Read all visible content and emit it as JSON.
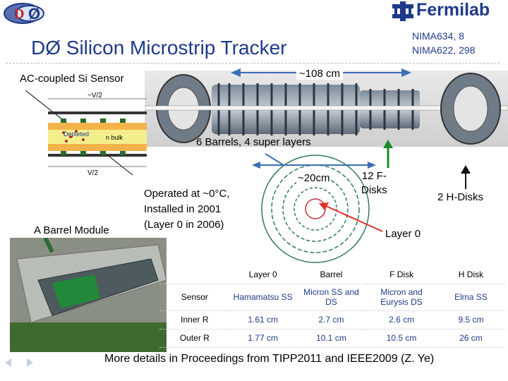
{
  "header": {
    "title": "DØ Silicon Microstrip Tracker",
    "ref_line1": "NIMA634, 8",
    "ref_line2": "NIMA622, 298",
    "lab_logo_text": "Fermilab"
  },
  "labels": {
    "sensor": "AC-coupled Si Sensor",
    "length": "~108 cm",
    "barrels": "6 Barrels, 4 super layers",
    "diameter": "~20cm",
    "fdisks_line1": "12 F-",
    "fdisks_line2": "Disks",
    "hdisks": "2 H-Disks",
    "layer0": "Layer 0",
    "barrel_module": "A Barrel Module",
    "operated_line1": "Operated at ~0°C,",
    "operated_line2": "Installed in 2001",
    "operated_line3": "(Layer 0 in 2006)"
  },
  "diagram": {
    "v_top": "−V/2",
    "depleted": "Depleted",
    "nbulk": "n bulk",
    "v_bottom": "V/2"
  },
  "table": {
    "headers": [
      "",
      "Layer 0",
      "Barrel",
      "F Disk",
      "H Disk"
    ],
    "rows": [
      [
        "Sensor",
        "Hamamatsu SS",
        "Micron SS and DS",
        "Micron and Eurysis DS",
        "Elma SS"
      ],
      [
        "Inner R",
        "1.61 cm",
        "2.7 cm",
        "2.6 cm",
        "9.5 cm"
      ],
      [
        "Outer R",
        "1.77 cm",
        "10.1 cm",
        "10.5 cm",
        "26 cm"
      ]
    ]
  },
  "footer": "More details in Proceedings from TIPP2011 and IEEE2009 (Z. Ye)",
  "colors": {
    "title_blue": "#1f3a8a",
    "arrow_blue": "#3b6fb6",
    "arrow_green": "#1a8a2a",
    "arrow_red": "#e0302a"
  }
}
